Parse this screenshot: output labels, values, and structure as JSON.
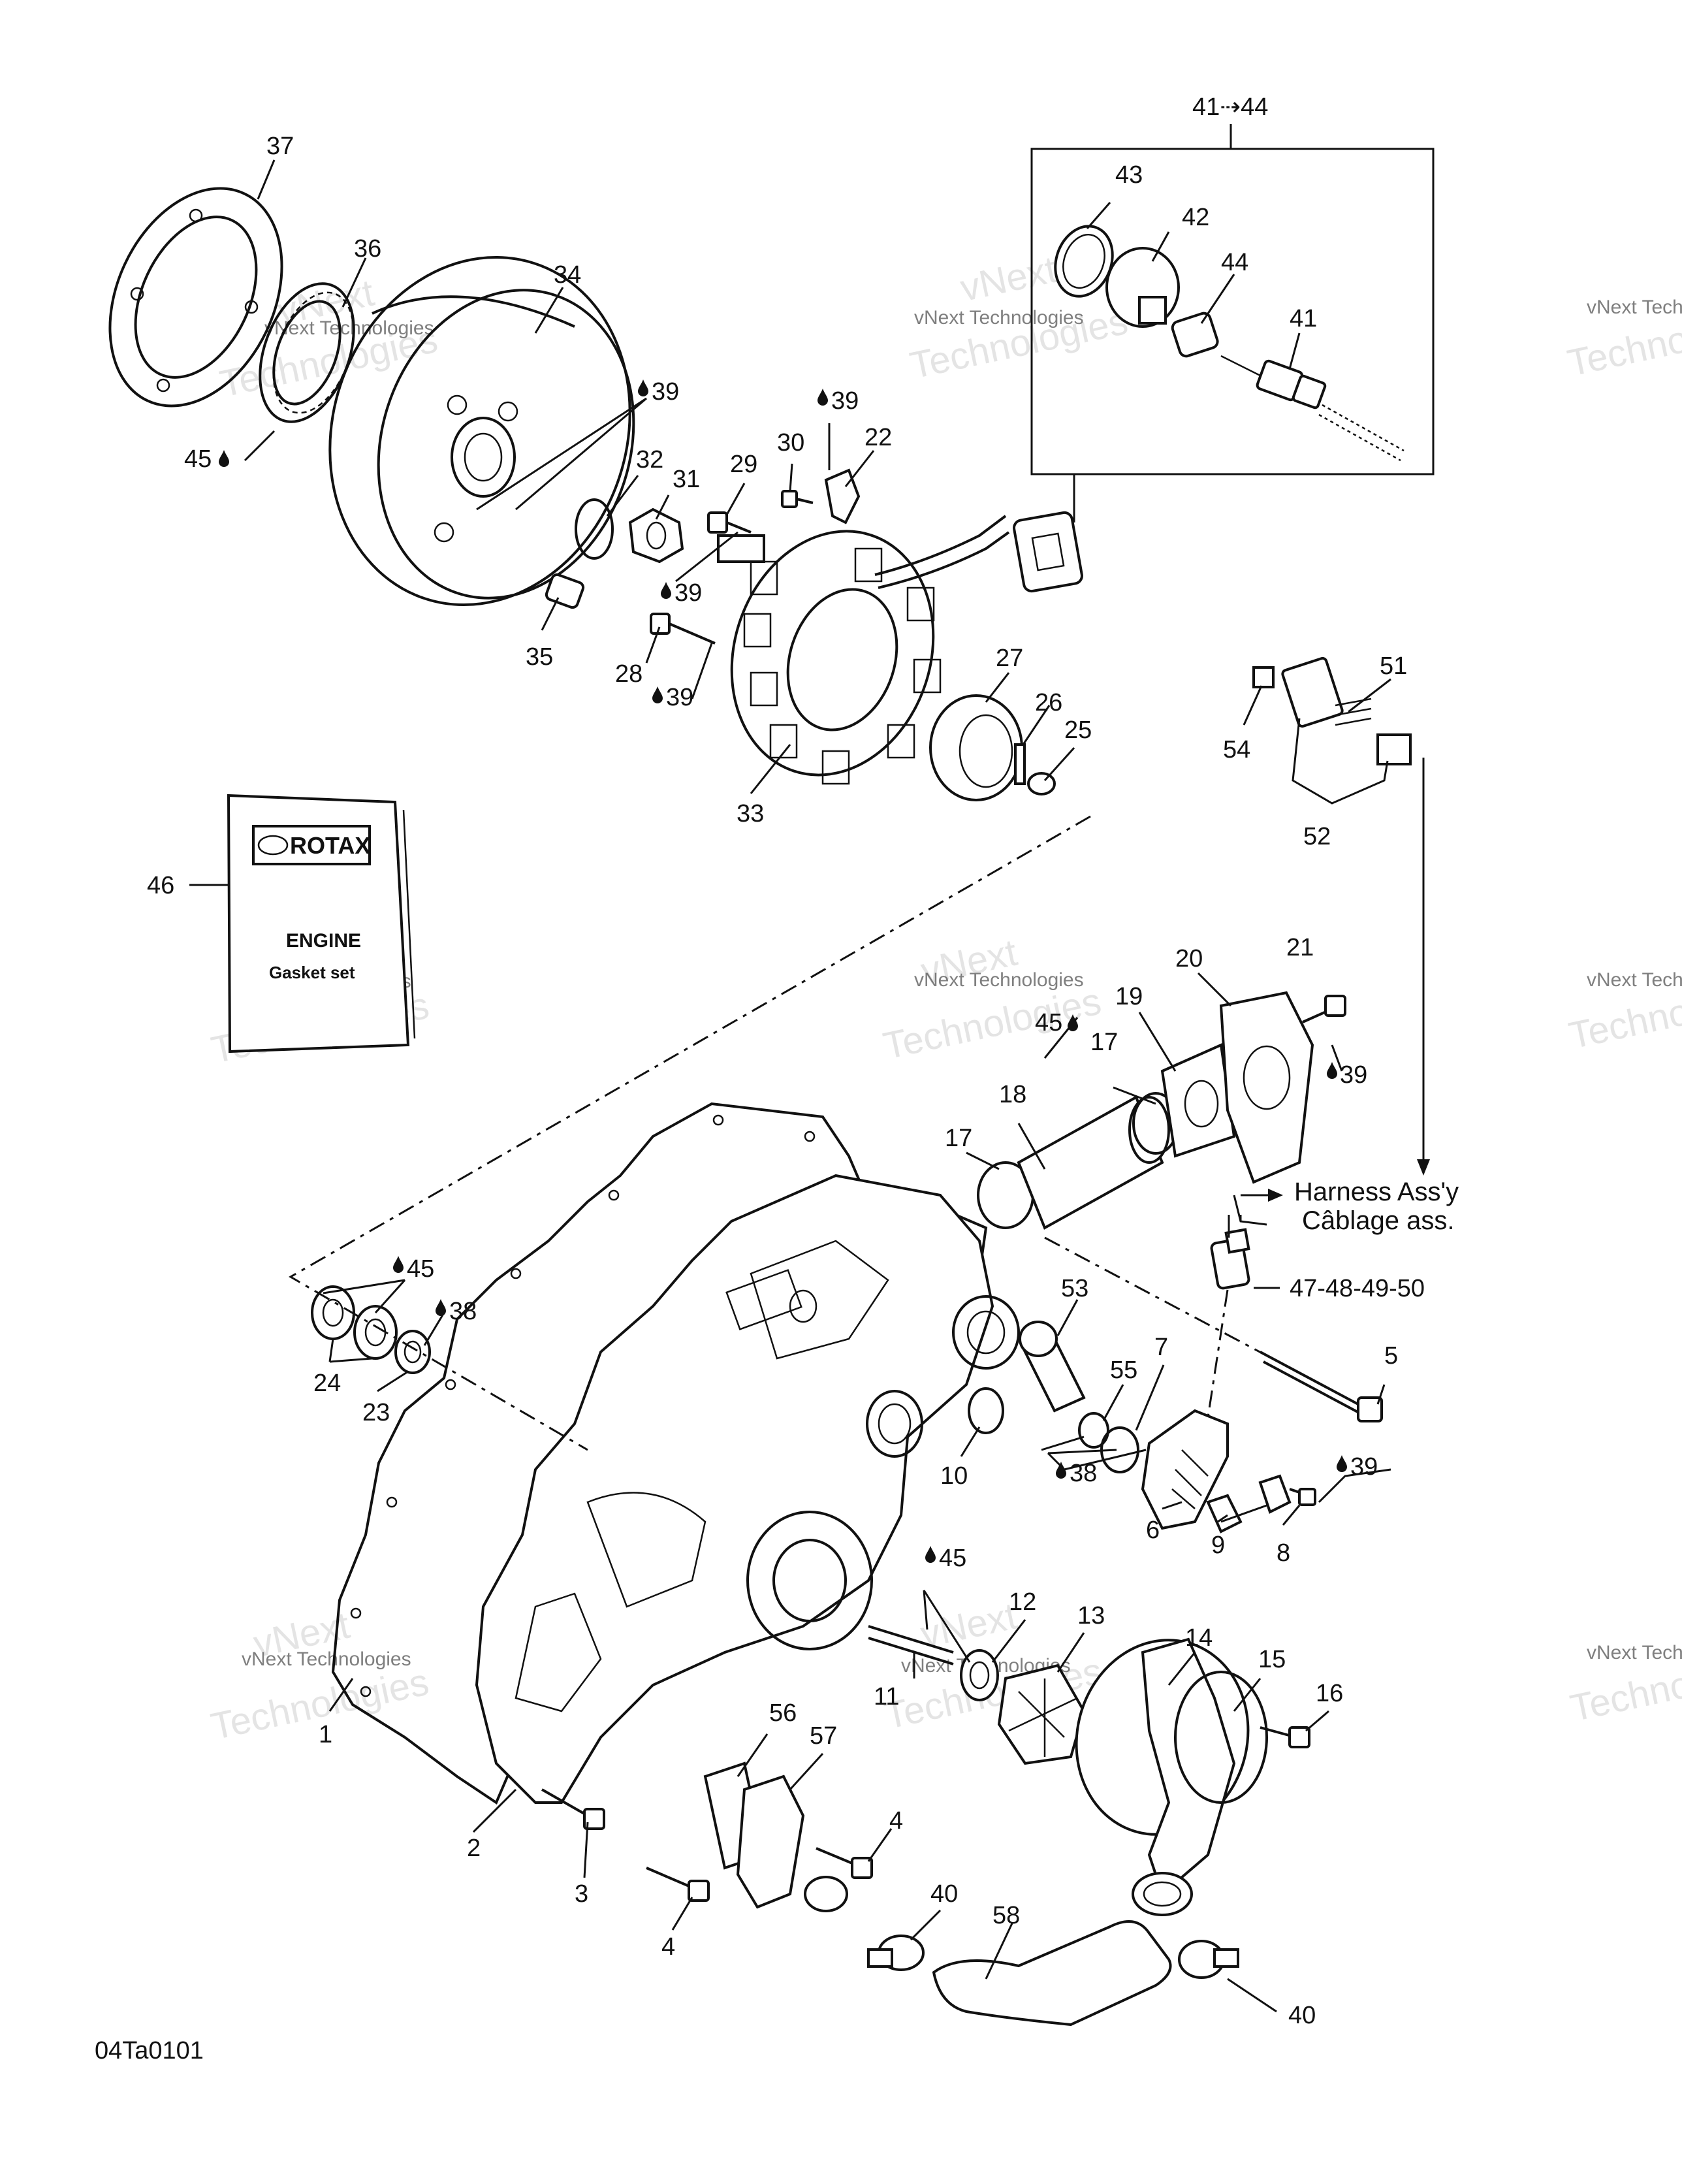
{
  "watermark": {
    "line1": "vNext",
    "line2": "vNext Technologies",
    "line3": "Technologies"
  },
  "figure_code": "04Ta0101",
  "harness_note": {
    "line1": "Harness Ass'y",
    "line2": "Câblage ass."
  },
  "manual": {
    "brand": "ROTAX",
    "line1": "ENGINE",
    "line2": "Gasket set"
  },
  "group_label": "41⇢44",
  "callouts": {
    "c1": "1",
    "c2": "2",
    "c3": "3",
    "c4a": "4",
    "c4b": "4",
    "c5": "5",
    "c6": "6",
    "c7": "7",
    "c8": "8",
    "c9": "9",
    "c10": "10",
    "c11": "11",
    "c12": "12",
    "c13": "13",
    "c14": "14",
    "c15": "15",
    "c16": "16",
    "c17a": "17",
    "c17b": "17",
    "c18": "18",
    "c19": "19",
    "c20": "20",
    "c21": "21",
    "c22": "22",
    "c23": "23",
    "c24": "24",
    "c25": "25",
    "c26": "26",
    "c27": "27",
    "c28": "28",
    "c29": "29",
    "c30": "30",
    "c31": "31",
    "c32": "32",
    "c33": "33",
    "c34": "34",
    "c35": "35",
    "c36": "36",
    "c37": "37",
    "c40a": "40",
    "c40b": "40",
    "c41": "41",
    "c42": "42",
    "c43": "43",
    "c44": "44",
    "c46": "46",
    "c51": "51",
    "c52": "52",
    "c53": "53",
    "c54": "54",
    "c55": "55",
    "c56": "56",
    "c57": "57",
    "c58": "58",
    "c4750": "47-48-49-50"
  },
  "lube_callouts": {
    "l39a": "39",
    "l39b": "39",
    "l39c": "39",
    "l39d": "39",
    "l39e": "39",
    "l39f": "39",
    "l45a": "45",
    "l45b": "45",
    "l45c": "45",
    "l45d": "45",
    "l38a": "38",
    "l38b": "38"
  }
}
